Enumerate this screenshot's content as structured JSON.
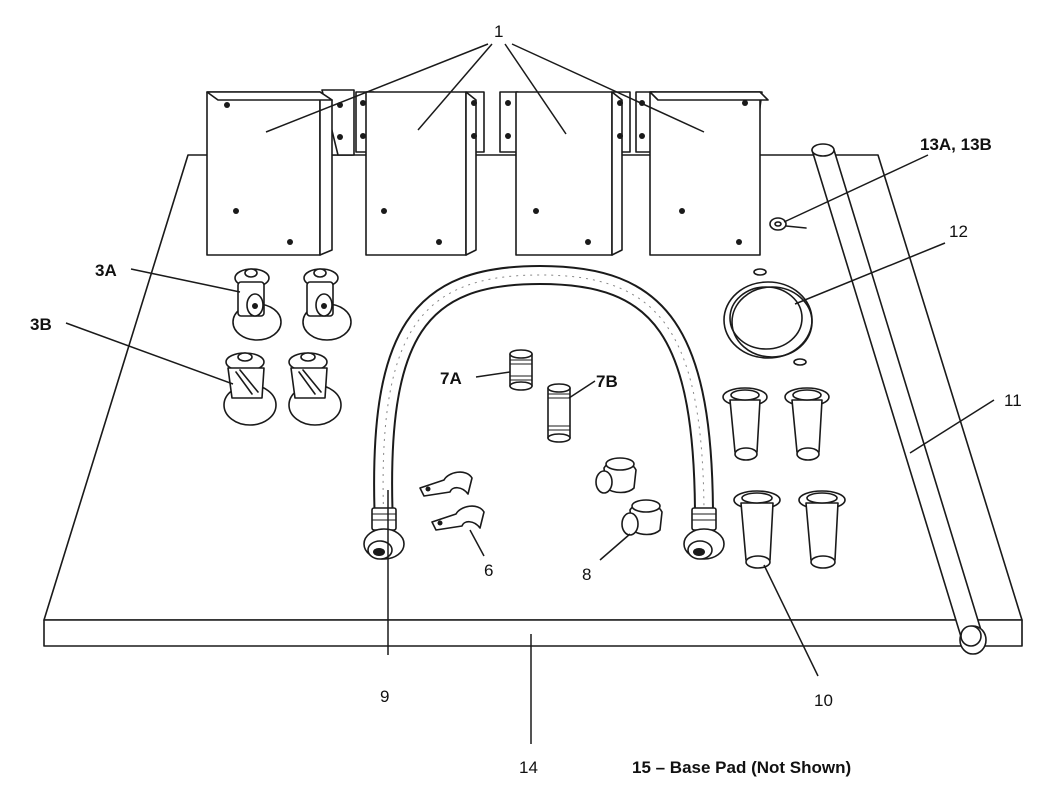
{
  "labels": {
    "callout_1": "1",
    "callout_3a": "3A",
    "callout_3b": "3B",
    "callout_6": "6",
    "callout_7a": "7A",
    "callout_7b": "7B",
    "callout_8": "8",
    "callout_9": "9",
    "callout_10": "10",
    "callout_11": "11",
    "callout_12": "12",
    "callout_13": "13A, 13B",
    "callout_14": "14",
    "footnote_15": "15 – Base Pad (Not Shown)"
  }
}
